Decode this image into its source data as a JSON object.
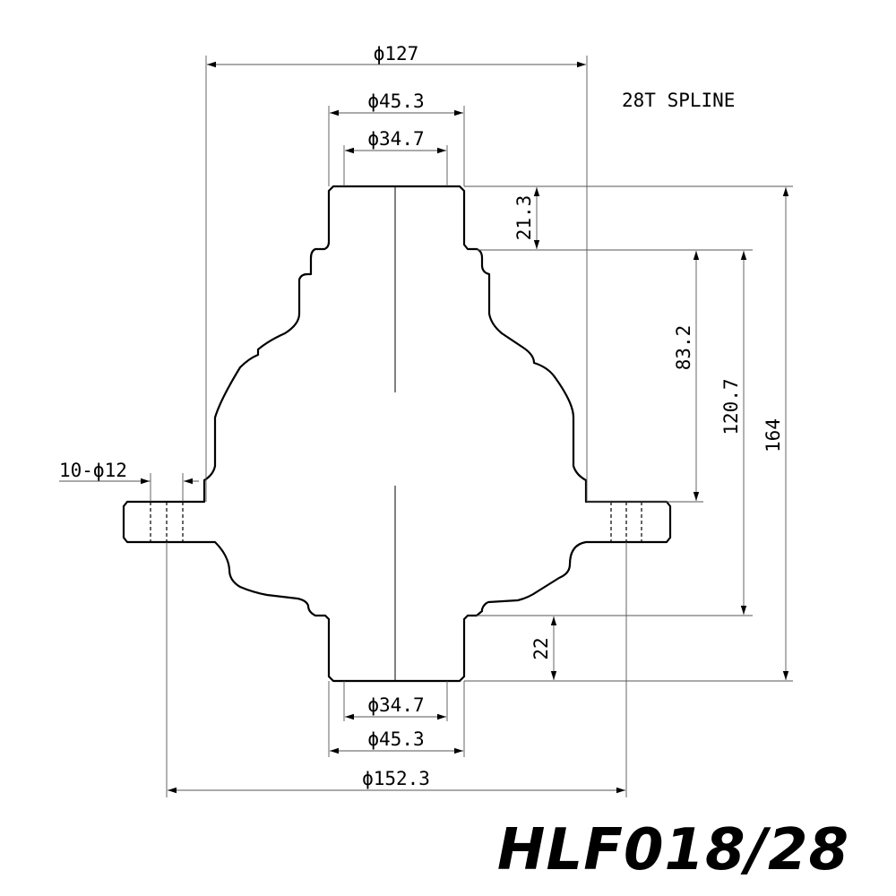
{
  "note": "28T SPLINE",
  "model": "HLF018/28",
  "dimensions": {
    "overall_diameter": "ϕ127",
    "top_outer_diameter": "ϕ45.3",
    "top_inner_diameter": "ϕ34.7",
    "top_stub_height": "21.3",
    "height_83": "83.2",
    "height_120": "120.7",
    "overall_height": "164",
    "bolt_holes": "10-ϕ12",
    "bottom_stub_height": "22",
    "bottom_inner_diameter": "ϕ34.7",
    "bottom_outer_diameter": "ϕ45.3",
    "flange_diameter": "ϕ152.3"
  },
  "colors": {
    "line": "#000000",
    "background": "#ffffff"
  }
}
